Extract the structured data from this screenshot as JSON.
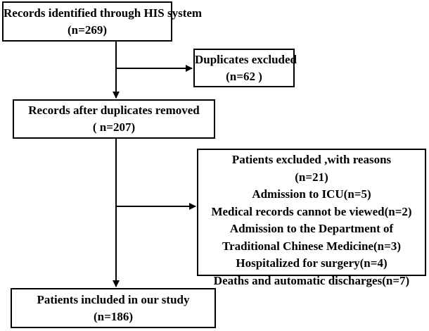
{
  "records_box": {
    "line1": "Records identified through HIS  system",
    "line2": "(n=269)"
  },
  "duplicates_box": {
    "line1": "Duplicates excluded",
    "line2": "(n=62 )"
  },
  "after_dup_box": {
    "line1": "Records after duplicates removed",
    "line2": "( n=207)"
  },
  "excluded_box": {
    "lines": [
      "Patients excluded ,with reasons",
      "(n=21)",
      "Admission to ICU(n=5)",
      "Medical records cannot be viewed(n=2)",
      "Admission to the Department of",
      "Traditional Chinese Medicine(n=3)",
      "Hospitalized for surgery(n=4)",
      "Deaths and automatic discharges(n=7)"
    ]
  },
  "included_box": {
    "line1": "Patients included in our study",
    "line2": "(n=186)"
  }
}
